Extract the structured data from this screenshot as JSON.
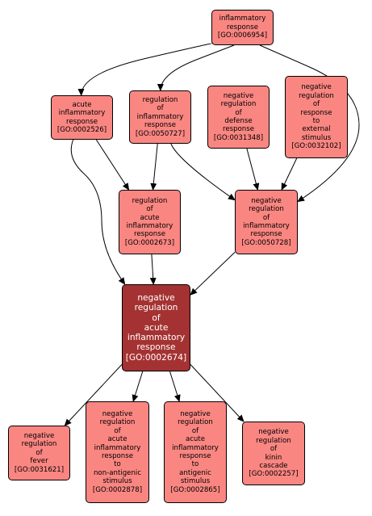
{
  "colors": {
    "node_fill": "#fa8682",
    "focus_fill": "#a53232",
    "edge": "#000000",
    "focus_text": "#ffffff"
  },
  "nodes": {
    "n_0006954": {
      "lines": [
        "inflammatory",
        "response",
        "[GO:0006954]"
      ]
    },
    "n_0002526": {
      "lines": [
        "acute",
        "inflammatory",
        "response",
        "[GO:0002526]"
      ]
    },
    "n_0050727": {
      "lines": [
        "regulation",
        "of",
        "inflammatory",
        "response",
        "[GO:0050727]"
      ]
    },
    "n_0031348": {
      "lines": [
        "negative",
        "regulation",
        "of",
        "defense",
        "response",
        "[GO:0031348]"
      ]
    },
    "n_0032102": {
      "lines": [
        "negative",
        "regulation",
        "of",
        "response",
        "to",
        "external",
        "stimulus",
        "[GO:0032102]"
      ]
    },
    "n_0002673": {
      "lines": [
        "regulation",
        "of",
        "acute",
        "inflammatory",
        "response",
        "[GO:0002673]"
      ]
    },
    "n_0050728": {
      "lines": [
        "negative",
        "regulation",
        "of",
        "inflammatory",
        "response",
        "[GO:0050728]"
      ]
    },
    "n_0002674": {
      "lines": [
        "negative",
        "regulation",
        "of",
        "acute",
        "inflammatory",
        "response",
        "[GO:0002674]"
      ]
    },
    "n_0031621": {
      "lines": [
        "negative",
        "regulation",
        "of",
        "fever",
        "[GO:0031621]"
      ]
    },
    "n_0002878": {
      "lines": [
        "negative",
        "regulation",
        "of",
        "acute",
        "inflammatory",
        "response",
        "to",
        "non-antigenic",
        "stimulus",
        "[GO:0002878]"
      ]
    },
    "n_0002865": {
      "lines": [
        "negative",
        "regulation",
        "of",
        "acute",
        "inflammatory",
        "response",
        "to",
        "antigenic",
        "stimulus",
        "[GO:0002865]"
      ]
    },
    "n_0002257": {
      "lines": [
        "negative",
        "regulation",
        "of",
        "kinin",
        "cascade",
        "[GO:0002257]"
      ]
    }
  },
  "edges": [
    [
      "n_0006954",
      "n_0002526"
    ],
    [
      "n_0006954",
      "n_0050727"
    ],
    [
      "n_0006954",
      "n_0050728"
    ],
    [
      "n_0002526",
      "n_0002673"
    ],
    [
      "n_0002526",
      "n_0002674"
    ],
    [
      "n_0050727",
      "n_0002673"
    ],
    [
      "n_0050727",
      "n_0050728"
    ],
    [
      "n_0031348",
      "n_0050728"
    ],
    [
      "n_0032102",
      "n_0050728"
    ],
    [
      "n_0002673",
      "n_0002674"
    ],
    [
      "n_0050728",
      "n_0002674"
    ],
    [
      "n_0002674",
      "n_0031621"
    ],
    [
      "n_0002674",
      "n_0002878"
    ],
    [
      "n_0002674",
      "n_0002865"
    ],
    [
      "n_0002674",
      "n_0002257"
    ]
  ]
}
